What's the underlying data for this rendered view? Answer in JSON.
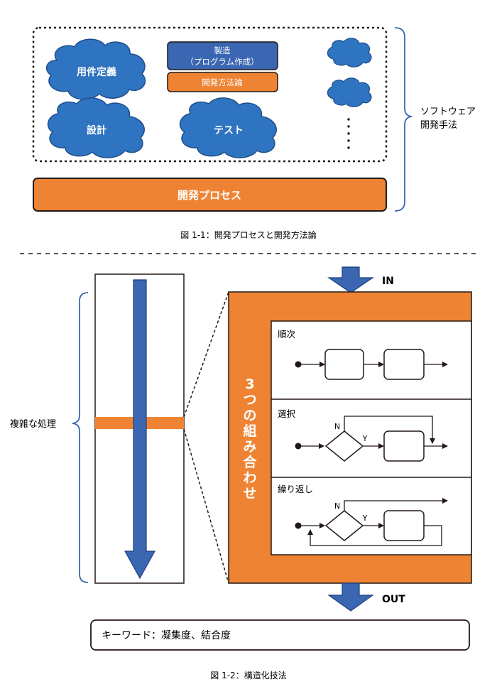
{
  "colors": {
    "orange": "#EE8433",
    "blue": "#3B66B2",
    "cloud_blue": "#2F74C0",
    "cloud_edge": "#1F4E8C",
    "ink": "#231815"
  },
  "fig1": {
    "clouds": [
      "用件定義",
      "設計",
      "テスト"
    ],
    "box_top_line1": "製造",
    "box_top_line2": "（プログラム作成）",
    "box_orange": "開発方法論",
    "bar": "開発プロセス",
    "brace_line1": "ソフトウェア",
    "brace_line2": "開発手法",
    "caption": "図 1-1：開発プロセスと開発方法論"
  },
  "fig2": {
    "in_label": "IN",
    "out_label": "OUT",
    "vertical_label": "3つの組み合わせ",
    "left_label": "複雑な処理",
    "panel_sequence": "順次",
    "panel_selection": "選択",
    "panel_repeat": "繰り返し",
    "branch_n": "N",
    "branch_y": "Y",
    "keyword_box": "キーワード：凝集度、結合度",
    "caption": "図 1-2：構造化技法"
  }
}
